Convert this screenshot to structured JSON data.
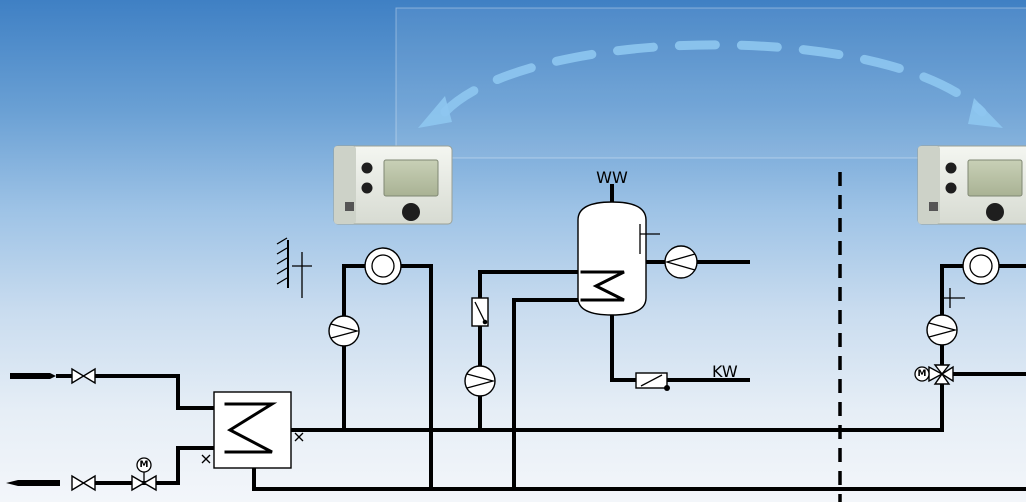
{
  "labels": {
    "hot_water": "WW",
    "cold_water": "KW",
    "motor_symbol": "M"
  },
  "colors": {
    "sky_top": "#3f80c4",
    "sky_bottom": "#f3f6fa",
    "dash_arrow": "#8ec6f0",
    "pipe": "#000000",
    "controller_body": "#e9ece6",
    "controller_display": "#b9c2a6"
  }
}
